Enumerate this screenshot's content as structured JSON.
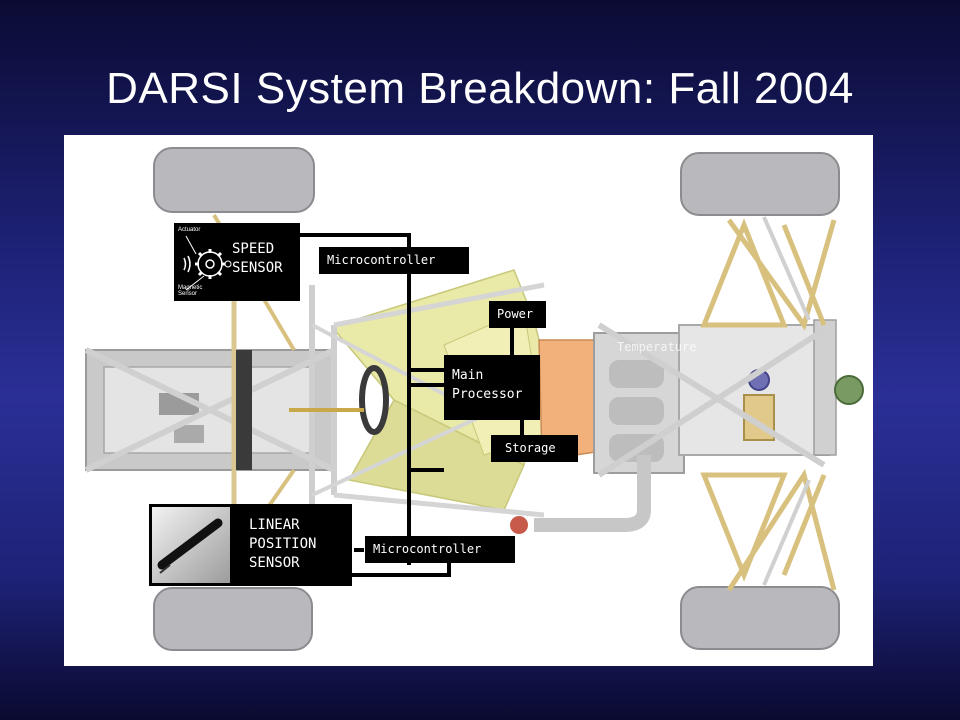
{
  "slide": {
    "title": "DARSI System Breakdown: Fall 2004"
  },
  "diagram": {
    "speed_sensor": {
      "label": "SPEED\nSENSOR",
      "caption_actuator": "Actuator",
      "caption_magnetic": "Magnetic\nSensor"
    },
    "linear_sensor": {
      "label": "LINEAR\nPOSITION\nSENSOR"
    },
    "microcontroller_top": {
      "label": "Microcontroller"
    },
    "microcontroller_bottom": {
      "label": "Microcontroller"
    },
    "power": {
      "label": "Power"
    },
    "main_processor": {
      "label": "Main\nProcessor"
    },
    "storage": {
      "label": "Storage"
    },
    "temperature": {
      "label": "Temperature"
    }
  }
}
